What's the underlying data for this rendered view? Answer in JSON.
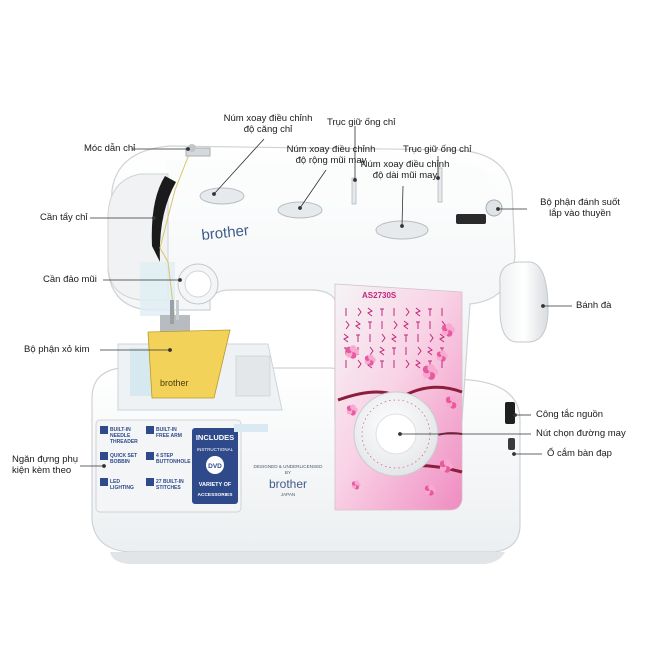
{
  "labels": {
    "thread_guide": "Móc dẫn chỉ",
    "tension_dial": [
      "Núm xoay điều chỉnh",
      "độ căng chỉ"
    ],
    "spool_pin_left": "Trục giữ ống chỉ",
    "spool_pin_right": "Trục giữ ống chỉ",
    "stitch_width_dial": [
      "Núm xoay điều chỉnh",
      "độ rộng mũi may"
    ],
    "stitch_length_dial": [
      "Núm xoay điều chỉnh",
      "độ dài mũi may"
    ],
    "bobbin_winder": [
      "Bộ phận đánh suốt",
      "lắp vào thuyền"
    ],
    "take_up_lever": "Cần tẩy chỉ",
    "reverse_lever": "Cần đảo mũi",
    "handwheel": "Bánh đà",
    "needle_threader": "Bộ phận xỏ kim",
    "power_switch": "Công tắc nguồn",
    "pattern_selector": "Nút chọn đường may",
    "foot_pedal_socket": "Ổ cắm bàn đạp",
    "accessory_compartment": [
      "Ngăn đựng phụ",
      "kiện kèm theo"
    ]
  },
  "machine": {
    "brand_top": "brother",
    "brand_plate": "brother",
    "model": "AS2730S",
    "designed_by": "DESIGNED & UNDERLICENSED",
    "by": "BY",
    "brand_bottom": "brother",
    "japan": "JAPAN",
    "features": [
      [
        "BUILT-IN",
        "NEEDLE",
        "THREADER"
      ],
      [
        "BUILT-IN",
        "FREE ARM"
      ],
      [
        "QUICK SET",
        "BOBBIN"
      ],
      [
        "4 STEP",
        "BUTTONHOLE"
      ],
      [
        "LED",
        "LIGHTING"
      ],
      [
        "27 BUILT-IN",
        "STITCHES"
      ]
    ],
    "includes": "INCLUDES",
    "instructional": "INSTRUCTIONAL",
    "dvd": "DVD",
    "variety": "VARIETY OF",
    "accessories": "ACCESSORIES"
  },
  "colors": {
    "pink": "#e23d8f",
    "pink_light": "#f6b8d8",
    "body": "#f7f8f8",
    "gray_edge": "#c9cdd1"
  }
}
